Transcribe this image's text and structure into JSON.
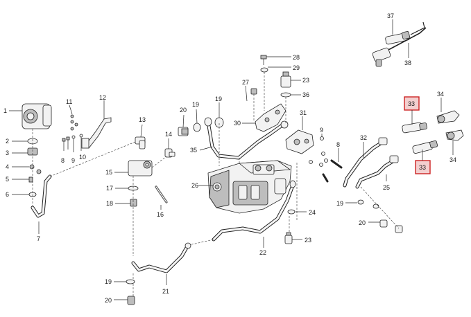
{
  "diagram": {
    "callouts": {
      "c1": "1",
      "c2": "2",
      "c3": "3",
      "c4": "4",
      "c5": "5",
      "c6": "6",
      "c7": "7",
      "c8a": "8",
      "c8b": "8",
      "c9a": "9",
      "c9b": "9",
      "c10": "10",
      "c11": "11",
      "c12": "12",
      "c13": "13",
      "c14": "14",
      "c15": "15",
      "c16": "16",
      "c17": "17",
      "c18": "18",
      "c19a": "19",
      "c19b": "19",
      "c19c": "19",
      "c20a": "20",
      "c20b": "20",
      "c20c": "20",
      "c21": "21",
      "c22": "22",
      "c23a": "23",
      "c23b": "23",
      "c24": "24",
      "c25": "25",
      "c26": "26",
      "c27": "27",
      "c28": "28",
      "c29": "29",
      "c30": "30",
      "c31": "31",
      "c32": "32",
      "c33a": "33",
      "c33b": "33",
      "c34a": "34",
      "c34b": "34",
      "c35": "35",
      "c36": "36",
      "c37": "37",
      "c38": "38"
    },
    "highlight_color": "#cc2222"
  }
}
